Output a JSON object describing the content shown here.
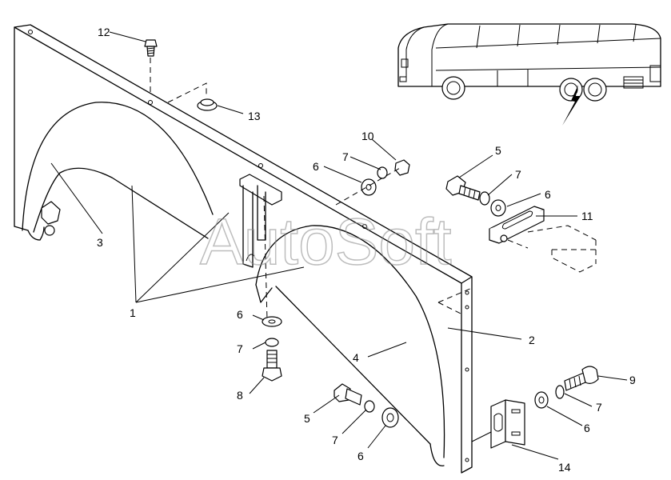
{
  "watermark": "AutoSoft",
  "callouts": [
    {
      "id": "c1",
      "label": "1"
    },
    {
      "id": "c2",
      "label": "2"
    },
    {
      "id": "c3",
      "label": "3"
    },
    {
      "id": "c4",
      "label": "4"
    },
    {
      "id": "c5a",
      "label": "5"
    },
    {
      "id": "c5b",
      "label": "5"
    },
    {
      "id": "c6a",
      "label": "6"
    },
    {
      "id": "c6b",
      "label": "6"
    },
    {
      "id": "c6c",
      "label": "6"
    },
    {
      "id": "c6d",
      "label": "6"
    },
    {
      "id": "c6e",
      "label": "6"
    },
    {
      "id": "c7a",
      "label": "7"
    },
    {
      "id": "c7b",
      "label": "7"
    },
    {
      "id": "c7c",
      "label": "7"
    },
    {
      "id": "c7d",
      "label": "7"
    },
    {
      "id": "c7e",
      "label": "7"
    },
    {
      "id": "c8",
      "label": "8"
    },
    {
      "id": "c9",
      "label": "9"
    },
    {
      "id": "c10",
      "label": "10"
    },
    {
      "id": "c11",
      "label": "11"
    },
    {
      "id": "c12",
      "label": "12"
    },
    {
      "id": "c13",
      "label": "13"
    },
    {
      "id": "c14",
      "label": "14"
    }
  ]
}
